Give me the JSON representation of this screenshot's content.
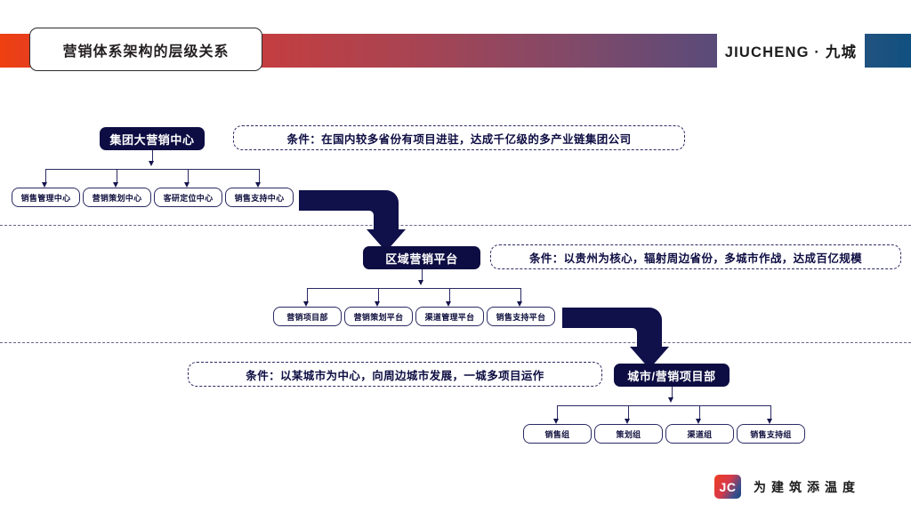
{
  "header": {
    "title": "营销体系架构的层级关系",
    "brand": "JIUCHENG · 九城",
    "gradient_start": "#ee4010",
    "gradient_mid": "#7c4a6b",
    "gradient_end": "#10507f"
  },
  "levels": [
    {
      "id": "group",
      "node": "集团大营销中心",
      "condition": "条件：在国内较多省份有项目进驻，达成千亿级的多产业链集团公司",
      "children": [
        "销售管理中心",
        "营销策划中心",
        "客研定位中心",
        "销售支持中心"
      ]
    },
    {
      "id": "region",
      "node": "区域营销平台",
      "condition": "条件：以贵州为核心，辐射周边省份，多城市作战，达成百亿规模",
      "children": [
        "营销项目部",
        "营销策划平台",
        "渠道管理平台",
        "销售支持平台"
      ]
    },
    {
      "id": "city",
      "node": "城市/营销项目部",
      "condition": "条件：以某城市为中心，向周边城市发展，一城多项目运作",
      "children": [
        "销售组",
        "策划组",
        "渠道组",
        "销售支持组"
      ]
    }
  ],
  "footer": {
    "logo_text": "JC",
    "slogan": "为建筑添温度"
  },
  "theme": {
    "node_fill": "#0d0d43",
    "line_color": "#2a2a63",
    "text_dark": "#0d0d43"
  }
}
